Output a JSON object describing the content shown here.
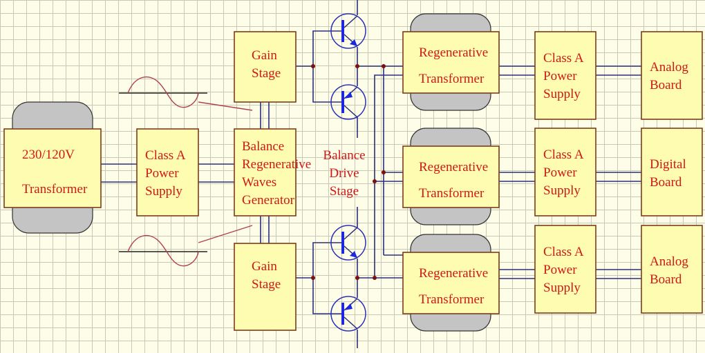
{
  "diagram": {
    "colors": {
      "block_fill": "#fefcb0",
      "block_border": "#7a3b1c",
      "core_fill": "#c4c4c4",
      "wire": "#2b2f7a",
      "junction": "#7a1010",
      "transistor": "#2b2fb8",
      "transistor_bar": "#1c28e0",
      "text": "#d01818",
      "signal": "#b04050"
    },
    "blocks": {
      "main_transformer": {
        "line1": "230/120V",
        "line2": "Transformer"
      },
      "main_psu": {
        "line1": "Class A",
        "line2": "Power",
        "line3": "Supply"
      },
      "generator": {
        "line1": "Balance",
        "line2": "Regenerative",
        "line3": "Waves",
        "line4": "Generator"
      },
      "gain_top": {
        "line1": "Gain",
        "line2": "Stage"
      },
      "gain_bottom": {
        "line1": "Gain",
        "line2": "Stage"
      },
      "drive_stage": {
        "line1": "Balance",
        "line2": "Drive",
        "line3": "Stage"
      },
      "regen_1": {
        "line1": "Regenerative",
        "line2": "Transformer"
      },
      "regen_2": {
        "line1": "Regenerative",
        "line2": "Transformer"
      },
      "regen_3": {
        "line1": "Regenerative",
        "line2": "Transformer"
      },
      "psu_1": {
        "line1": "Class A",
        "line2": "Power",
        "line3": "Supply"
      },
      "psu_2": {
        "line1": "Class A",
        "line2": "Power",
        "line3": "Supply"
      },
      "psu_3": {
        "line1": "Class A",
        "line2": "Power",
        "line3": "Supply"
      },
      "board_1": {
        "line1": "Analog",
        "line2": "Board"
      },
      "board_2": {
        "line1": "Digital",
        "line2": "Board"
      },
      "board_3": {
        "line1": "Analog",
        "line2": "Board"
      }
    },
    "components": {
      "transistors": [
        "npn",
        "pnp",
        "npn",
        "pnp"
      ],
      "signals": [
        "sine-wave",
        "sine-wave"
      ]
    }
  }
}
